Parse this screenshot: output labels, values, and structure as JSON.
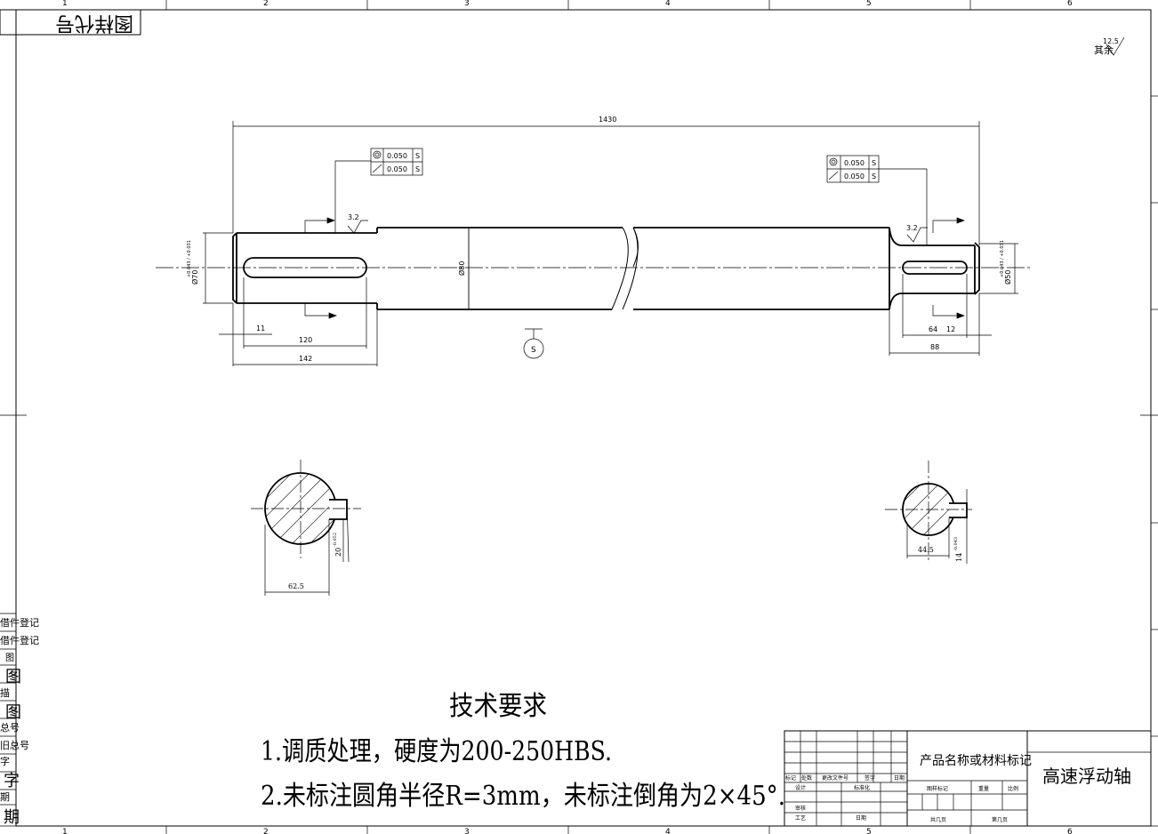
{
  "border": {
    "column_numbers": [
      "1",
      "2",
      "3",
      "4",
      "5",
      "6"
    ]
  },
  "corner_label": "图样代号",
  "roughness_note": {
    "value": "12.5",
    "text": "其余"
  },
  "dimensions": {
    "overall_length": "1430",
    "left_end_dia": "Ø70",
    "left_end_tol": "+0.043 / +0.031",
    "middle_dia": "Ø80",
    "right_end_dia": "Ø50",
    "right_end_tol": "+0.043 / +0.031",
    "keyway_offset": "11",
    "keyway_left_len": "120",
    "left_step_len": "142",
    "keyway_right_len": "64",
    "keyway_right_offset": "12",
    "right_step_len": "88",
    "roughness_left": "3.2",
    "roughness_right": "3.2",
    "section_left_depth": "62.5",
    "section_left_width": "20",
    "section_left_width_tol": "-0.052",
    "section_right_depth": "44.5",
    "section_right_width": "14",
    "section_right_width_tol": "-0.043",
    "datum": "S"
  },
  "tolerance_frames": [
    {
      "value": "0.050",
      "datum": "S"
    },
    {
      "value": "0.050",
      "datum": "S"
    }
  ],
  "notes": {
    "title": "技术要求",
    "line1": "1.调质处理，硬度为200-250HBS.",
    "line2": "2.未标注圆角半径R=3mm，未标注倒角为2×45°."
  },
  "title_block": {
    "material_label": "产品名称或材料标记",
    "drawing_name": "高速浮动轴",
    "h_mark": "标记",
    "h_count": "处数",
    "h_file": "更改文件号",
    "h_sign": "签字",
    "h_date": "日期",
    "design": "设计",
    "std": "标准化",
    "check": "审核",
    "process": "工艺",
    "date": "日期",
    "stage": "图样标记",
    "weight": "重量",
    "scale": "比例",
    "total_pages": "共几页",
    "page_no": "第几页"
  },
  "left_strip": {
    "items": [
      "借件登记",
      "借件登记",
      "图",
      "图",
      "描",
      "图",
      "总号",
      "旧总号",
      "字",
      "字",
      "期",
      "期"
    ]
  }
}
